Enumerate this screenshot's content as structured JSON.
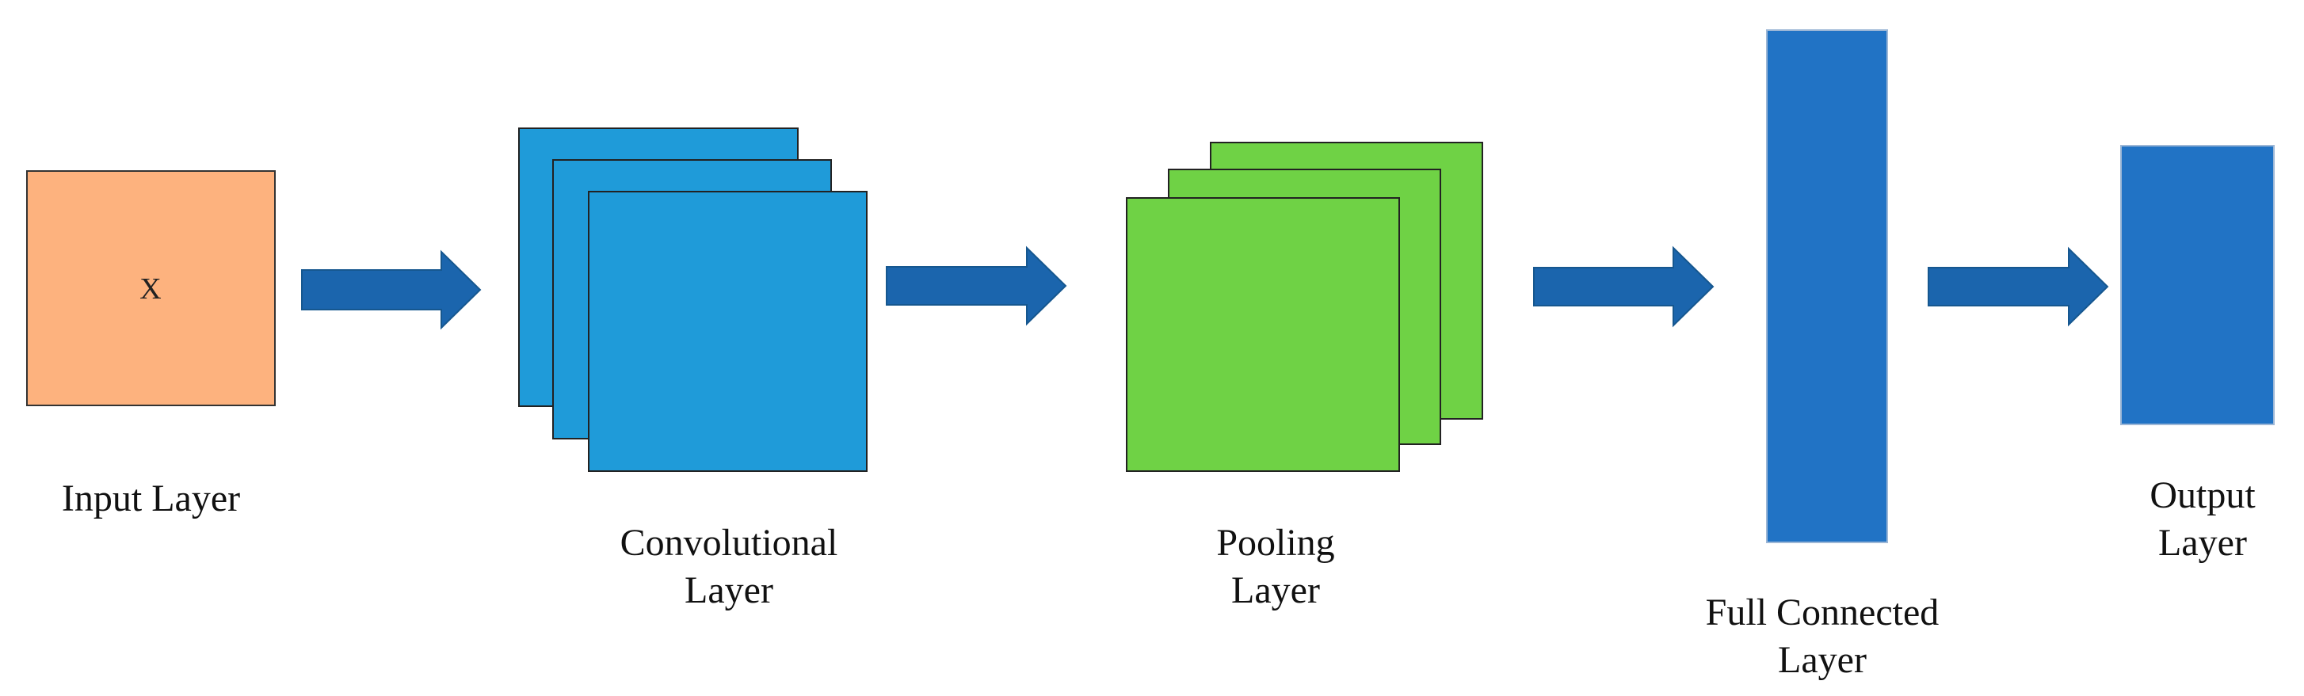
{
  "input_layer": {
    "symbol": "X",
    "label": "Input Layer",
    "fill": "#FDB27E"
  },
  "convolutional_layer": {
    "label_line1": "Convolutional",
    "label_line2": "Layer",
    "fill": "#1F9BD9"
  },
  "pooling_layer": {
    "label_line1": "Pooling",
    "label_line2": "Layer",
    "fill": "#6FD245"
  },
  "full_connected_layer": {
    "label_line1": "Full Connected",
    "label_line2": "Layer",
    "fill": "#2173C5"
  },
  "output_layer": {
    "label_line1": "Output",
    "label_line2": "Layer",
    "fill": "#2173C5"
  },
  "arrow_color": "#1B65AD"
}
